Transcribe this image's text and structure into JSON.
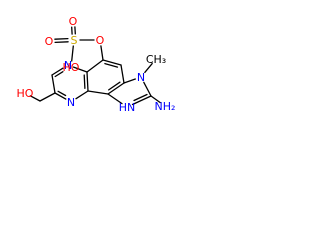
{
  "molecule": {
    "colors": {
      "bond": "#000000",
      "carbon": "#000000",
      "oxygen": "#ff0000",
      "nitrogen": "#0000ff",
      "sulfur": "#ccaa00"
    },
    "labels": {
      "sulfonate_oh": "HO",
      "sulfur": "S",
      "sulfonyl_o_left": "O",
      "sulfonyl_o_top": "O",
      "ester_o": "O",
      "pyrazine_n_top": "N",
      "pyrazine_n_bottom": "N",
      "imidazole_n3": "N",
      "methyl": "CH₃",
      "imidazole_nh": "HN",
      "amino": "NH₂",
      "hydroxymethyl_oh": "HO"
    }
  }
}
